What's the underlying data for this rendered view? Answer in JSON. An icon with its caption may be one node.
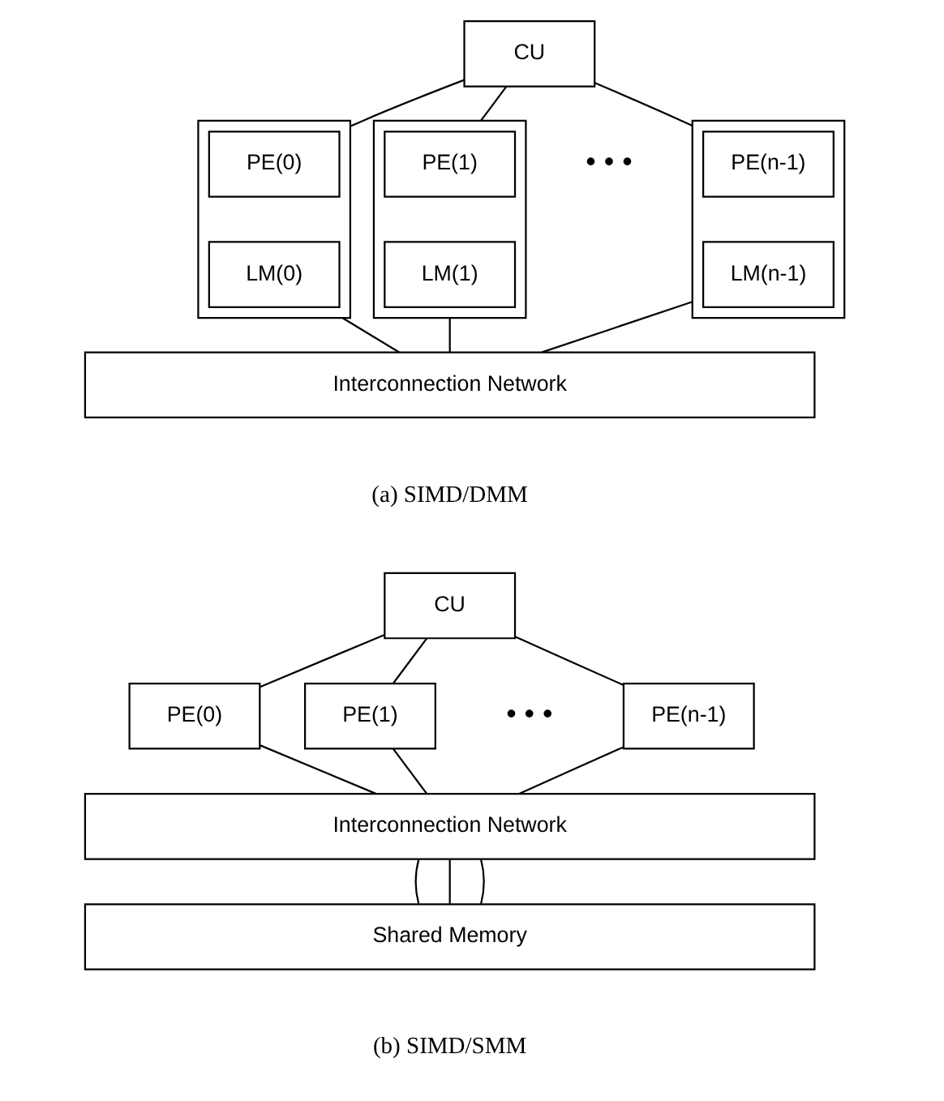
{
  "diagram": {
    "nodes": [
      {
        "text": [
          "CU"
        ]
      },
      {
        "text": [],
        "shape": "box"
      },
      {
        "text": [
          "PE(0)"
        ],
        "in": 1
      },
      {
        "text": [
          "LM(0)"
        ],
        "in": 1
      },
      {
        "text": [],
        "shape": "box"
      },
      {
        "text": [
          "PE(1)"
        ],
        "in": 4
      },
      {
        "text": [
          "LM(1)"
        ],
        "in": 4
      },
      {
        "text": [],
        "shape": "box"
      },
      {
        "text": [
          "PE(n-1)"
        ],
        "in": 7
      },
      {
        "text": [
          "LM(n-1)"
        ],
        "in": 7
      },
      {
        "text": [
          "Interconnection Network"
        ]
      },
      {
        "text": [
          "CU"
        ]
      },
      {
        "text": [
          "PE(0)"
        ]
      },
      {
        "text": [
          "PE(1)"
        ]
      },
      {
        "text": [
          "PE(n-1)"
        ]
      },
      {
        "text": [
          "Interconnection Network"
        ]
      },
      {
        "text": [
          "Shared Memory"
        ]
      }
    ],
    "edges": [
      {
        "from": 0,
        "to": 1,
        "arrow": "none"
      },
      {
        "from": 0,
        "to": 4,
        "arrow": "none"
      },
      {
        "from": 0,
        "to": 7,
        "arrow": "none"
      },
      {
        "from": 1,
        "to": 10,
        "arrow": "none"
      },
      {
        "from": 4,
        "to": 10,
        "arrow": "none"
      },
      {
        "from": 7,
        "to": 10,
        "arrow": "none"
      },
      {
        "from": 11,
        "to": 12,
        "arrow": "none"
      },
      {
        "from": 11,
        "to": 13,
        "arrow": "none"
      },
      {
        "from": 11,
        "to": 14,
        "arrow": "none"
      },
      {
        "from": 12,
        "to": 15,
        "arrow": "none"
      },
      {
        "from": 13,
        "to": 15,
        "arrow": "none"
      },
      {
        "from": 14,
        "to": 15,
        "arrow": "none"
      },
      {
        "from": 15,
        "to": 16,
        "arrow": "none"
      },
      {
        "from": 15,
        "to": 16,
        "arrow": "none"
      },
      {
        "from": 15,
        "to": 16,
        "arrow": "none"
      }
    ],
    "labels": [
      "• • •",
      "(a) SIMD/DMM",
      "• • •",
      "(b) SIMD/SMM"
    ]
  }
}
